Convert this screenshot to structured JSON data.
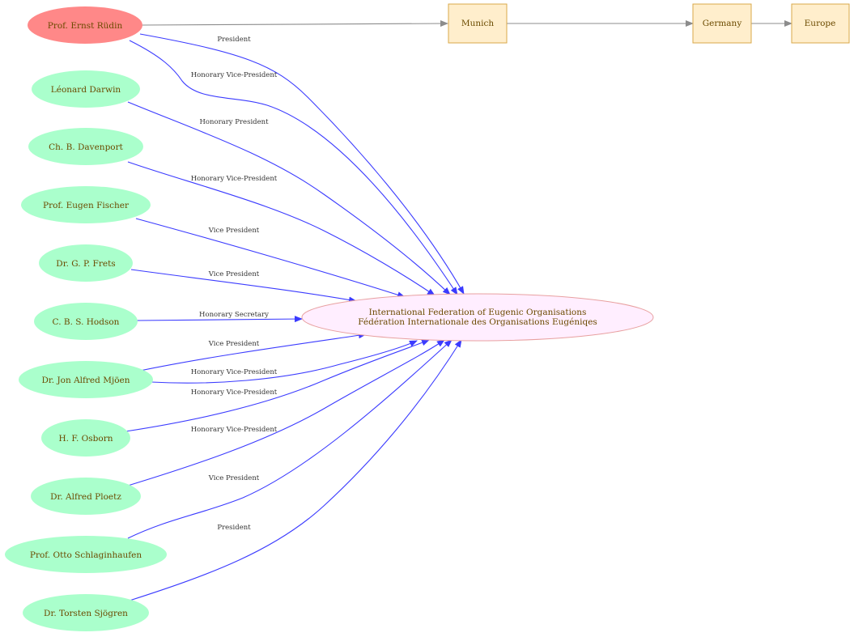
{
  "colors": {
    "person_fill": "#aaffcc",
    "chair_fill": "#ff8888",
    "federation_fill": "#ffeeff",
    "federation_stroke": "#e8a0a0",
    "place_fill": "#ffeecc",
    "place_stroke": "#d9a84a",
    "edge_role": "#3b3bff",
    "edge_location": "#8c8c8c",
    "text": "#6b4a00"
  },
  "federation": {
    "line1": "International Federation of Eugenic Organisations",
    "line2": "Fédération Internationale des Organisations Eugéniqes"
  },
  "places": [
    {
      "label": "Munich"
    },
    {
      "label": "Germany"
    },
    {
      "label": "Europe"
    }
  ],
  "people": [
    {
      "label": "Prof. Ernst Rüdin",
      "role": "President",
      "role2": "Honorary Vice-President",
      "chair": true
    },
    {
      "label": "Léonard Darwin",
      "role": "Honorary President"
    },
    {
      "label": "Ch. B. Davenport",
      "role": "Honorary Vice-President"
    },
    {
      "label": "Prof. Eugen Fischer",
      "role": "Vice President"
    },
    {
      "label": "Dr. G. P. Frets",
      "role": "Vice President"
    },
    {
      "label": "C. B. S. Hodson",
      "role": "Honorary Secretary"
    },
    {
      "label": "Dr. Jon Alfred Mjöen",
      "role": "Vice President",
      "role2": "Honorary Vice-President"
    },
    {
      "label": "H. F. Osborn",
      "role": "Honorary Vice-President"
    },
    {
      "label": "Dr. Alfred Ploetz",
      "role": "Honorary Vice-President"
    },
    {
      "label": "Prof. Otto Schlaginhaufen",
      "role": "Vice President"
    },
    {
      "label": "Dr. Torsten Sjögren",
      "role": "President"
    }
  ]
}
